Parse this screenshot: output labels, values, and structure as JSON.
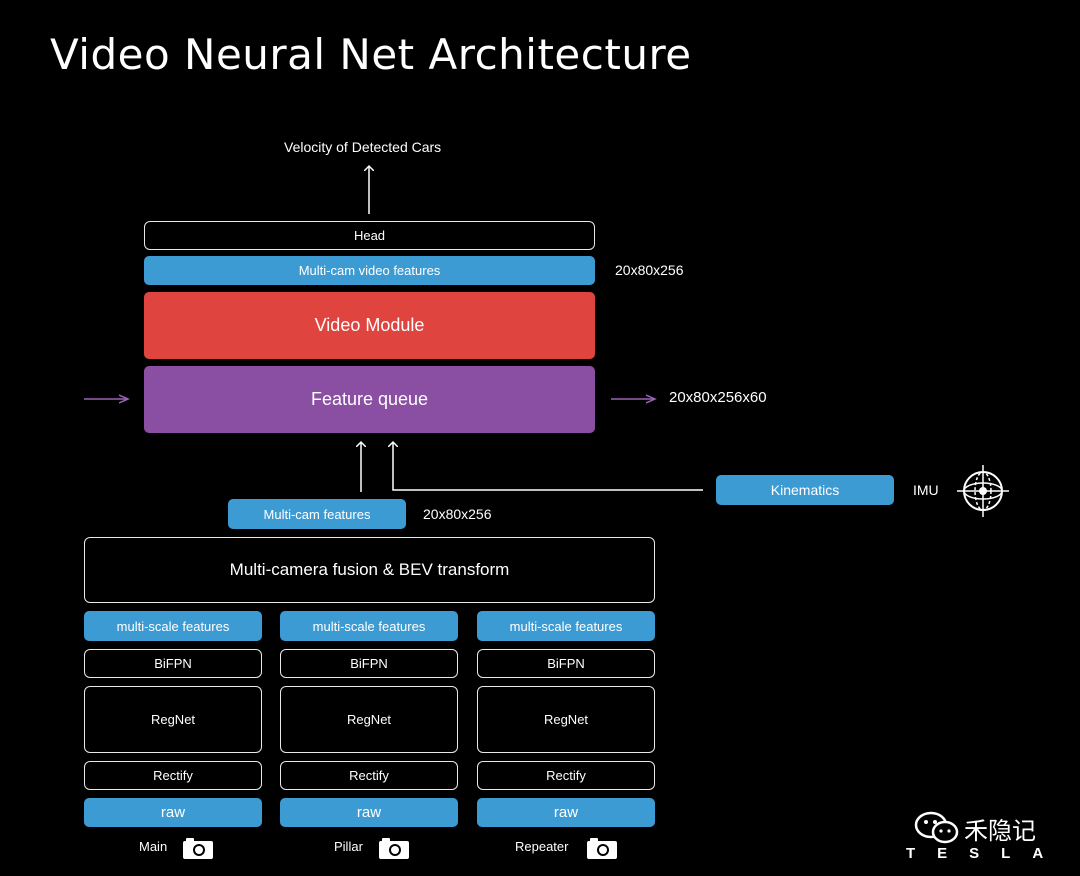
{
  "title": "Video Neural Net Architecture",
  "output_label": "Velocity of Detected Cars",
  "head_label": "Head",
  "multicam_video_features": {
    "label": "Multi-cam video features",
    "dim": "20x80x256"
  },
  "video_module_label": "Video Module",
  "feature_queue": {
    "label": "Feature queue",
    "dim": "20x80x256x60"
  },
  "multicam_features": {
    "label": "Multi-cam features",
    "dim": "20x80x256"
  },
  "kinematics": {
    "label": "Kinematics",
    "source": "IMU"
  },
  "fusion_label": "Multi-camera fusion & BEV transform",
  "columns": [
    {
      "multiscale": "multi-scale features",
      "bifpn": "BiFPN",
      "regnet": "RegNet",
      "rectify": "Rectify",
      "raw": "raw",
      "camera": "Main"
    },
    {
      "multiscale": "multi-scale features",
      "bifpn": "BiFPN",
      "regnet": "RegNet",
      "rectify": "Rectify",
      "raw": "raw",
      "camera": "Pillar"
    },
    {
      "multiscale": "multi-scale features",
      "bifpn": "BiFPN",
      "regnet": "RegNet",
      "rectify": "Rectify",
      "raw": "raw",
      "camera": "Repeater"
    }
  ],
  "watermark": {
    "text": "禾隐记",
    "brand": "TESLA"
  },
  "colors": {
    "blue": "#3d9bd4",
    "red": "#e0443f",
    "purple": "#8a4ea3",
    "background": "#000000"
  }
}
